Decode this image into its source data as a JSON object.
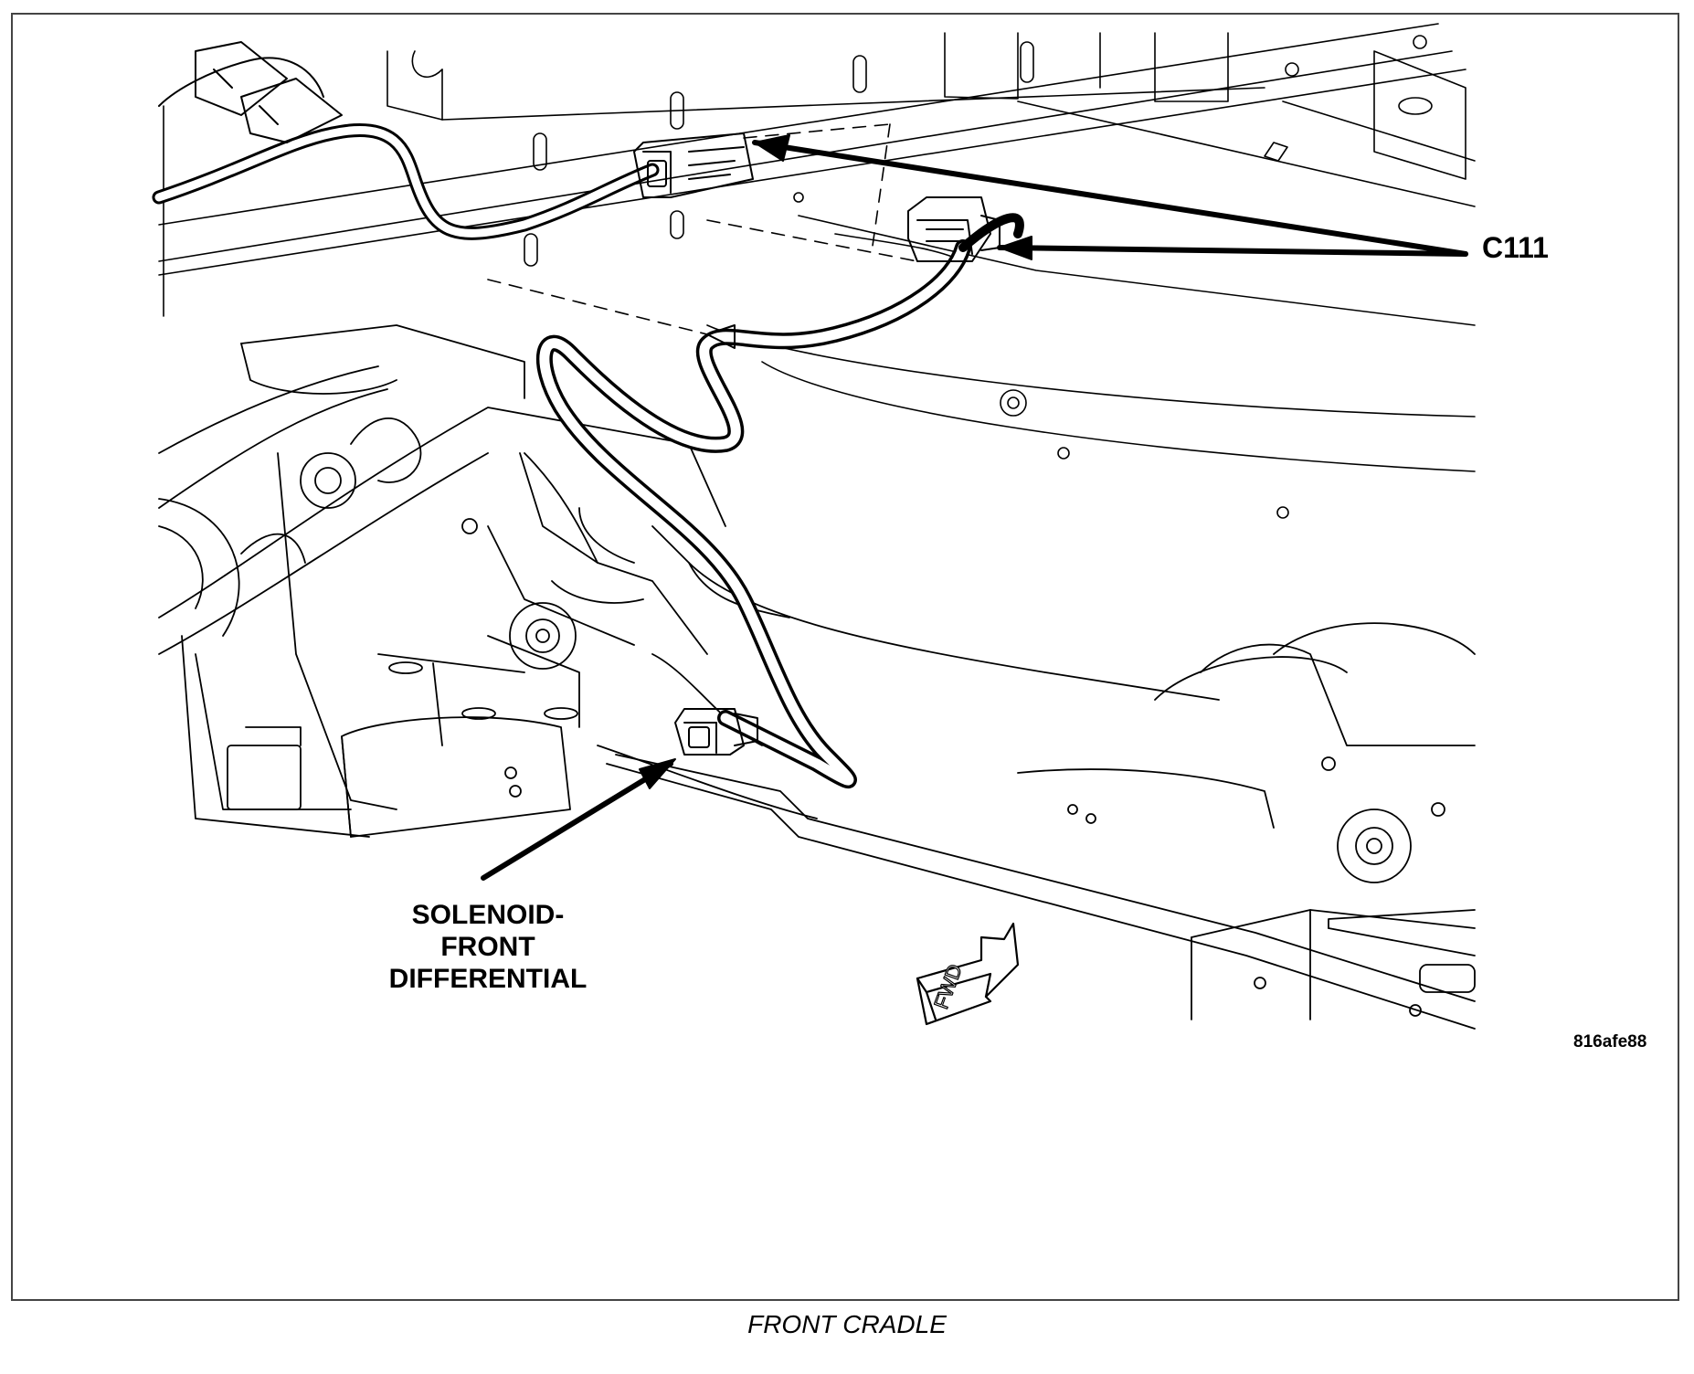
{
  "diagram": {
    "callouts": {
      "c111": "C111",
      "solenoid_line1": "SOLENOID-",
      "solenoid_line2": "FRONT",
      "solenoid_line3": "DIFFERENTIAL"
    },
    "direction_marker": "FWD",
    "figure_id": "816afe88"
  },
  "caption": "FRONT CRADLE",
  "colors": {
    "line": "#000000",
    "background": "#ffffff",
    "frame": "#444444"
  },
  "icons": {
    "direction": "forward-arrow-icon",
    "connector": "connector-icon"
  }
}
